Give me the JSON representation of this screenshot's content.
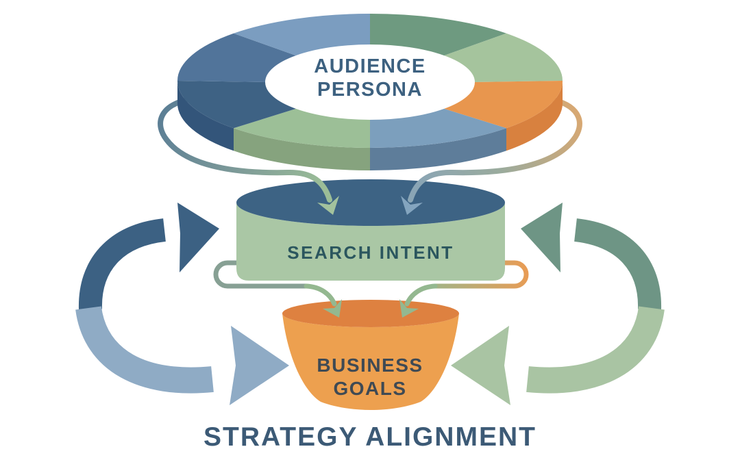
{
  "title": {
    "text": "STRATEGY ALIGNMENT",
    "color": "#3c5a76"
  },
  "donut": {
    "label_line1": "AUDIENCE",
    "label_line2": "PERSONA",
    "label_color": "#3d6180",
    "segment_colors": {
      "top_right": "#6e9a80",
      "right_upper": "#a5c49d",
      "right_lower": "#e8964e",
      "bottom_right": "#7c9fbd",
      "bottom_left": "#9cbf97",
      "left_lower": "#3e6284",
      "left_upper": "#51749a",
      "top_left": "#7b9dc0"
    },
    "side_colors": {
      "left": "#33557a",
      "bottom_left": "#86a37e",
      "bottom_right": "#5e7d9a",
      "right": "#d8813f"
    }
  },
  "cylinder": {
    "label": "SEARCH INTENT",
    "label_color": "#2b565e",
    "body_color": "#aac7a5",
    "top_color": "#3d6384"
  },
  "funnel": {
    "label_line1": "BUSINESS",
    "label_line2": "GOALS",
    "label_color": "#3f4a54",
    "body_color": "#eda04f",
    "top_color": "#de8140"
  },
  "connectors": {
    "left_wrap": {
      "start_color": "#5b7e95",
      "mid_color": "#7e9b98",
      "end_color": "#9bbd97",
      "arrow_color": "#a3c29d"
    },
    "right_wrap": {
      "start_color": "#d9a871",
      "mid_color": "#9aab9d",
      "end_color": "#8aa5b5",
      "arrow_color": "#84a5bf"
    },
    "left_loop": {
      "color": "#87a094",
      "arrow_color": "#94b890"
    },
    "right_loop": {
      "start_color": "#e89c55",
      "end_color": "#94b890",
      "arrow_color": "#94b890"
    }
  },
  "cycle_arrows": {
    "left_top_color": "#3c6183",
    "left_bottom_color": "#8fabc5",
    "right_top_color": "#6e9585",
    "right_bottom_color": "#a9c4a3"
  }
}
